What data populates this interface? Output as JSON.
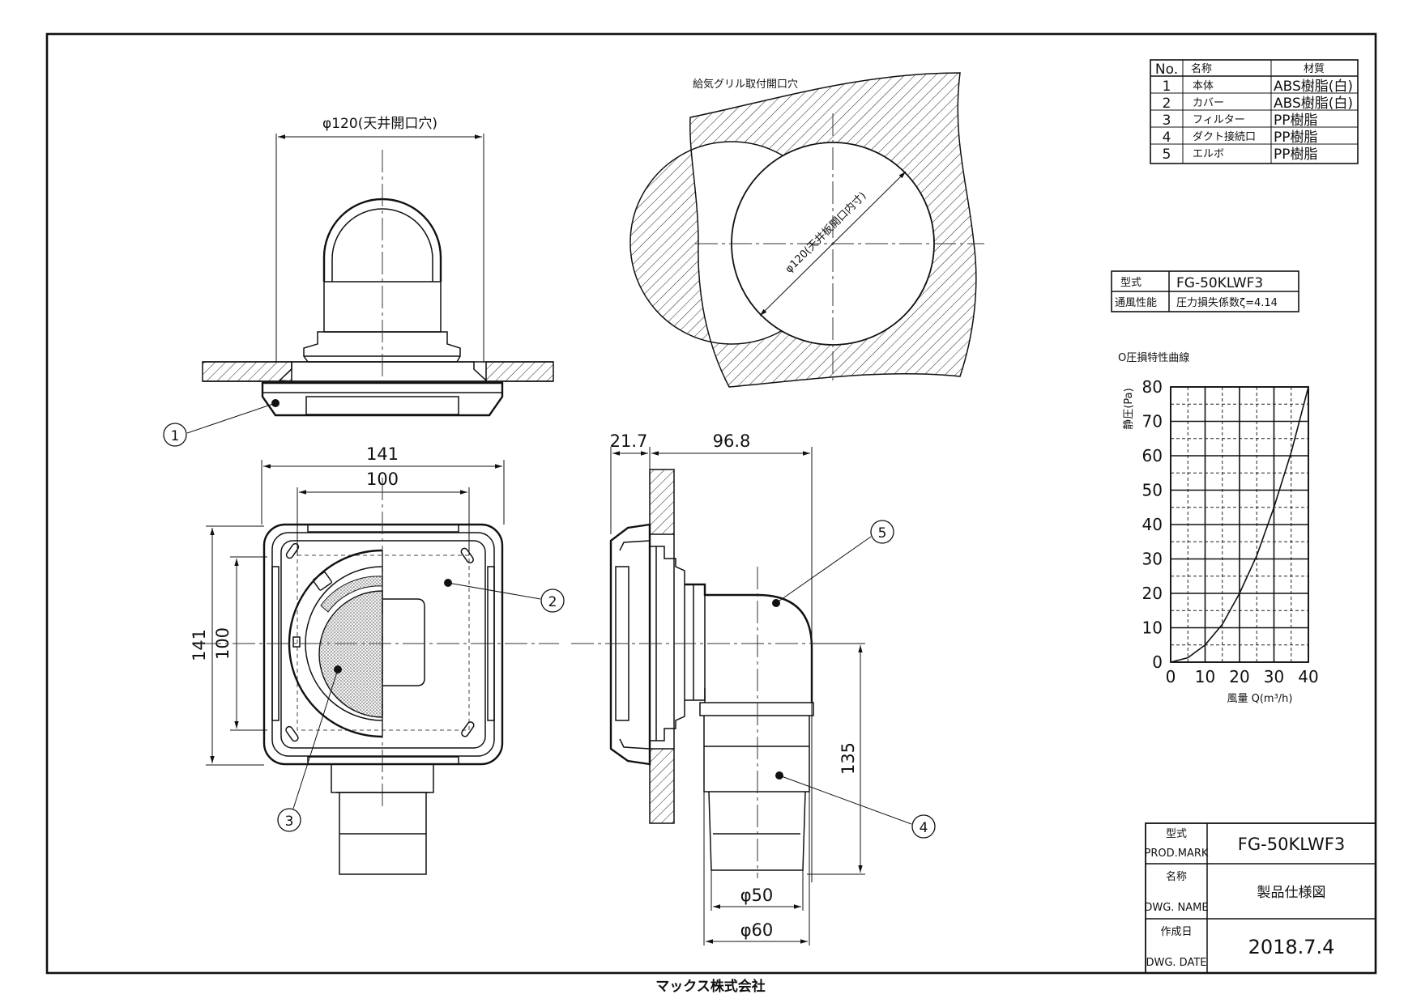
{
  "drawing": {
    "opening_label": "給気グリル取付開口穴",
    "dia_ceiling_hole": "φ120(天井開口穴)",
    "dia_ceiling_board": "φ120(天井板開口内寸)",
    "dim_141_top": "141",
    "dim_100_top": "100",
    "dim_141_left": "141",
    "dim_100_left": "100",
    "dim_21_7": "21.7",
    "dim_96_8": "96.8",
    "dim_135": "135",
    "dim_phi50": "φ50",
    "dim_phi60": "φ60",
    "callouts": [
      "1",
      "2",
      "3",
      "4",
      "5"
    ],
    "footer_company": "マックス株式会社"
  },
  "parts_table": {
    "headers": [
      "No.",
      "名称",
      "材質"
    ],
    "rows": [
      [
        "1",
        "本体",
        "ABS樹脂(白)"
      ],
      [
        "2",
        "カバー",
        "ABS樹脂(白)"
      ],
      [
        "3",
        "フィルター",
        "PP樹脂"
      ],
      [
        "4",
        "ダクト接続口",
        "PP樹脂"
      ],
      [
        "5",
        "エルボ",
        "PP樹脂"
      ]
    ]
  },
  "spec_table": {
    "model_label": "型式",
    "model_value": "FG-50KLWF3",
    "perf_label": "通風性能",
    "perf_value": "圧力損失係数ζ=4.14"
  },
  "title_block": {
    "model_label_jp": "型式",
    "model_label_en": "PROD.MARK",
    "model_value": "FG-50KLWF3",
    "name_label_jp": "名称",
    "name_label_en": "DWG. NAME",
    "name_value": "製品仕様図",
    "date_label_jp": "作成日",
    "date_label_en": "DWG. DATE",
    "date_value": "2018.7.4"
  },
  "chart_data": {
    "type": "line",
    "title": "O圧損特性曲線",
    "xlabel": "風量 Q(m³/h)",
    "ylabel": "静圧(Pa)",
    "xlim": [
      0,
      40
    ],
    "ylim": [
      0,
      80
    ],
    "xticks": [
      0,
      10,
      20,
      30,
      40
    ],
    "yticks": [
      0,
      10,
      20,
      30,
      40,
      50,
      60,
      70,
      80
    ],
    "grid": true,
    "series": [
      {
        "x": [
          0,
          5,
          10,
          15,
          20,
          25,
          30,
          35,
          40
        ],
        "y": [
          0,
          1.3,
          5,
          11,
          20,
          31,
          45,
          61,
          80
        ]
      }
    ]
  }
}
